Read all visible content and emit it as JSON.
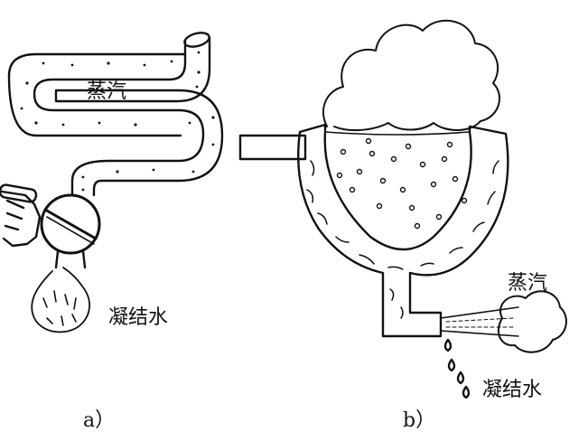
{
  "panel_a": {
    "steam_label": "蒸汽",
    "condensate_label": "凝结水",
    "caption": "a）"
  },
  "panel_b": {
    "steam_label": "蒸汽",
    "condensate_label": "凝结水",
    "caption": "b）"
  }
}
